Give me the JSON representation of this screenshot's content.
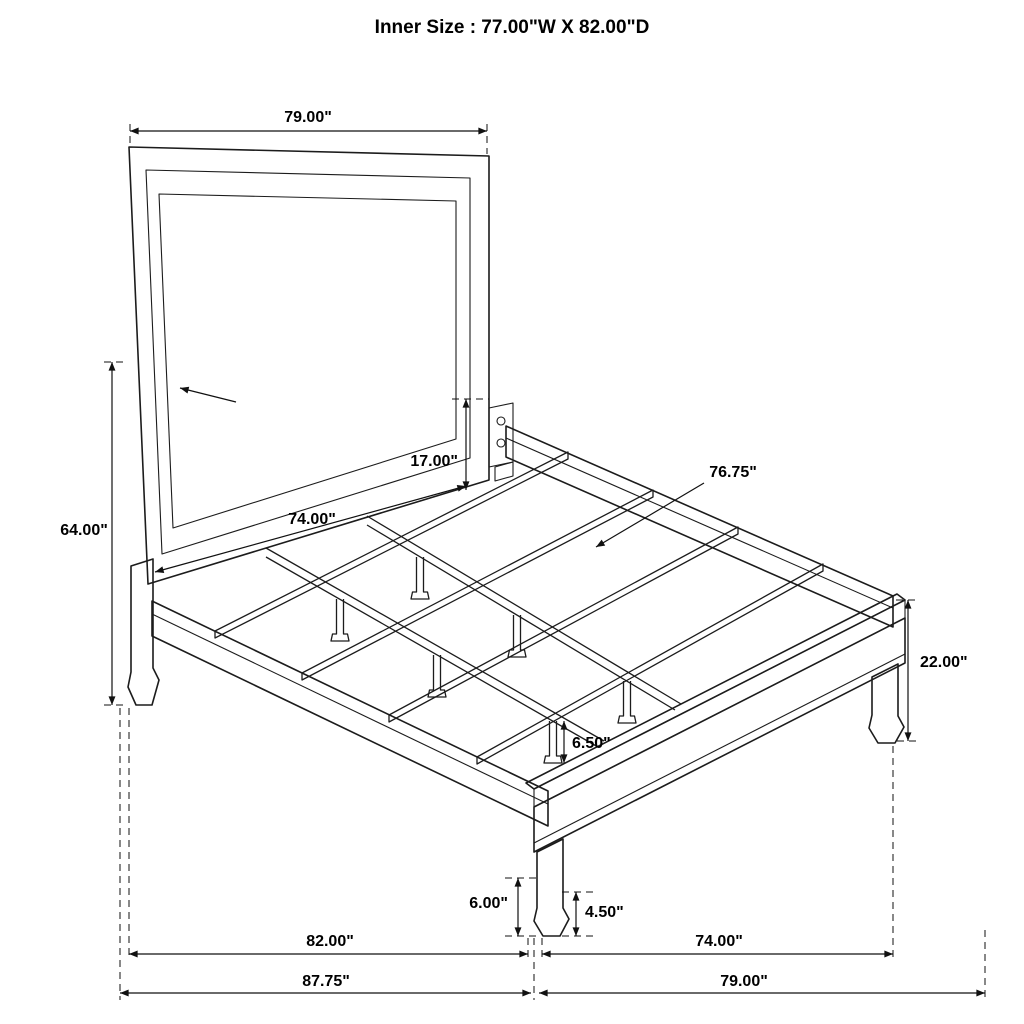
{
  "title": "Inner Size : 77.00\"W X 82.00\"D",
  "dims": {
    "headboard_width": "79.00\"",
    "headboard_height": "64.00\"",
    "headboard_panel_height": "17.00\"",
    "headboard_inner_width": "74.00\"",
    "slat_support_length": "76.75\"",
    "footboard_height": "22.00\"",
    "center_leg_height": "6.50\"",
    "footboard_leg_height": "6.00\"",
    "footboard_foot_height": "4.50\"",
    "side_rail_length": "82.00\"",
    "footboard_inner_width": "74.00\"",
    "overall_depth": "87.75\"",
    "overall_width": "79.00\""
  }
}
